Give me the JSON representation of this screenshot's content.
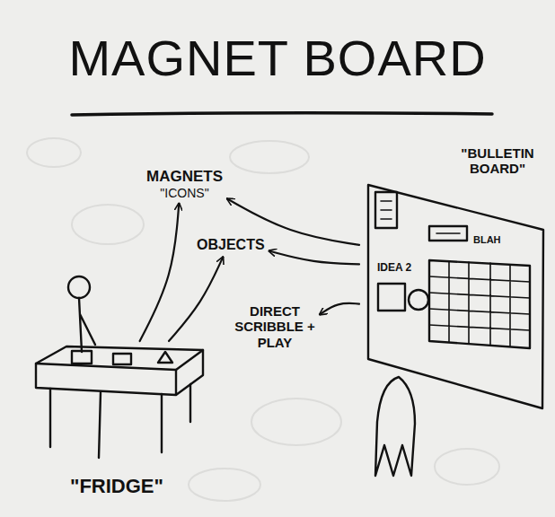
{
  "diagram": {
    "title": "MAGNET BOARD",
    "nodes": [
      {
        "text": [
          "MAGNETS",
          "\"ICONS\""
        ]
      },
      {
        "text": [
          "OBJECTS"
        ]
      },
      {
        "text": [
          "DIRECT SCRIBBLE + PLAY"
        ]
      },
      {
        "text": [
          "\"BULLETIN BOARD\""
        ]
      },
      {
        "text": [
          "\"FRIDGE\""
        ]
      }
    ],
    "edges": [
      {
        "from": 3,
        "to": 0,
        "arrow": "to"
      },
      {
        "from": 3,
        "to": 1,
        "arrow": "to"
      },
      {
        "from": 3,
        "to": 2,
        "arrow": "to"
      },
      {
        "from": 4,
        "to": 0,
        "arrow": "to"
      },
      {
        "from": 4,
        "to": 1,
        "arrow": "to"
      }
    ],
    "labels": [
      "IDEA 2",
      "BLAH"
    ]
  }
}
